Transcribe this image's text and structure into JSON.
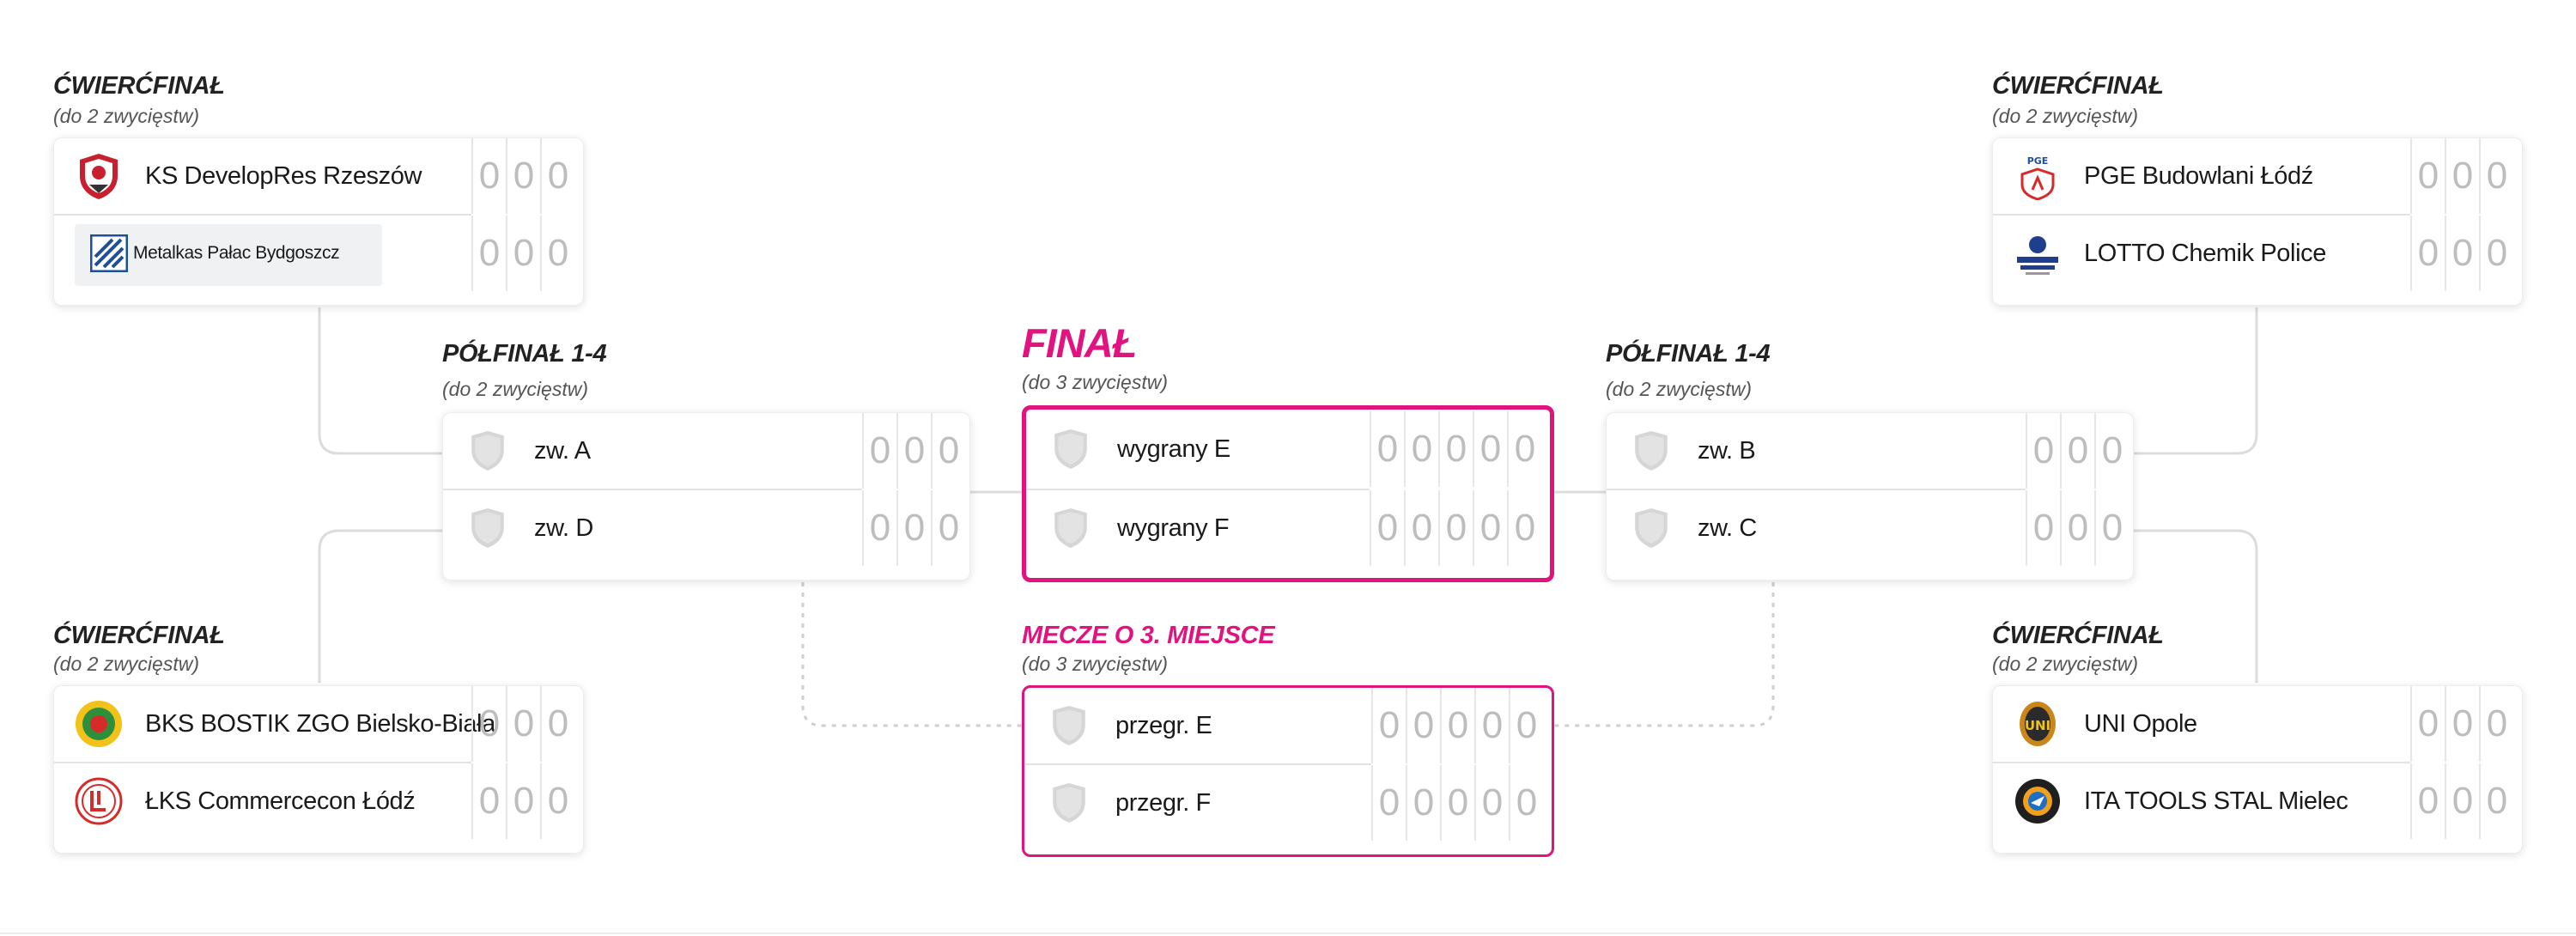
{
  "qf_label": "ĆWIERĆFINAŁ",
  "qf_sub": "(do 2 zwycięstw)",
  "sf_label": "PÓŁFINAŁ 1-4",
  "sf_sub": "(do 2 zwycięstw)",
  "final_label": "FINAŁ",
  "final_sub": "(do 3 zwycięstw)",
  "third_label": "MECZE O 3. MIEJSCE",
  "third_sub": "(do 3 zwycięstw)",
  "colors": {
    "accent": "#e0137f",
    "score": "#bdbdbd",
    "line": "#dcdcdc"
  },
  "qf_top_left": {
    "team1": {
      "name": "KS DevelopRes Rzeszów",
      "icon": "developres-logo",
      "scores": [
        "0",
        "0",
        "0"
      ]
    },
    "team2": {
      "name": "Metalkas Pałac Bydgoszcz",
      "icon": "palac-logo",
      "scores": [
        "0",
        "0",
        "0"
      ]
    }
  },
  "qf_bottom_left": {
    "team1": {
      "name": "BKS BOSTIK ZGO Bielsko-Biała",
      "icon": "bks-logo",
      "scores": [
        "0",
        "0",
        "0"
      ]
    },
    "team2": {
      "name": "ŁKS Commercecon Łódź",
      "icon": "lks-logo",
      "scores": [
        "0",
        "0",
        "0"
      ]
    }
  },
  "qf_top_right": {
    "team1": {
      "name": "PGE Budowlani Łódź",
      "icon": "budowlani-logo",
      "scores": [
        "0",
        "0",
        "0"
      ]
    },
    "team2": {
      "name": "LOTTO Chemik Police",
      "icon": "chemik-logo",
      "scores": [
        "0",
        "0",
        "0"
      ]
    }
  },
  "qf_bottom_right": {
    "team1": {
      "name": "UNI Opole",
      "icon": "uni-logo",
      "scores": [
        "0",
        "0",
        "0"
      ]
    },
    "team2": {
      "name": "ITA TOOLS STAL Mielec",
      "icon": "stal-logo",
      "scores": [
        "0",
        "0",
        "0"
      ]
    }
  },
  "sf_left": {
    "team1": {
      "name": "zw. A",
      "icon": "placeholder-shield-icon",
      "scores": [
        "0",
        "0",
        "0"
      ]
    },
    "team2": {
      "name": "zw. D",
      "icon": "placeholder-shield-icon",
      "scores": [
        "0",
        "0",
        "0"
      ]
    }
  },
  "sf_right": {
    "team1": {
      "name": "zw. B",
      "icon": "placeholder-shield-icon",
      "scores": [
        "0",
        "0",
        "0"
      ]
    },
    "team2": {
      "name": "zw. C",
      "icon": "placeholder-shield-icon",
      "scores": [
        "0",
        "0",
        "0"
      ]
    }
  },
  "final": {
    "team1": {
      "name": "wygrany E",
      "icon": "placeholder-shield-icon",
      "scores": [
        "0",
        "0",
        "0",
        "0",
        "0"
      ]
    },
    "team2": {
      "name": "wygrany F",
      "icon": "placeholder-shield-icon",
      "scores": [
        "0",
        "0",
        "0",
        "0",
        "0"
      ]
    }
  },
  "third_place": {
    "team1": {
      "name": "przegr. E",
      "icon": "placeholder-shield-icon",
      "scores": [
        "0",
        "0",
        "0",
        "0",
        "0"
      ]
    },
    "team2": {
      "name": "przegr. F",
      "icon": "placeholder-shield-icon",
      "scores": [
        "0",
        "0",
        "0",
        "0",
        "0"
      ]
    }
  }
}
